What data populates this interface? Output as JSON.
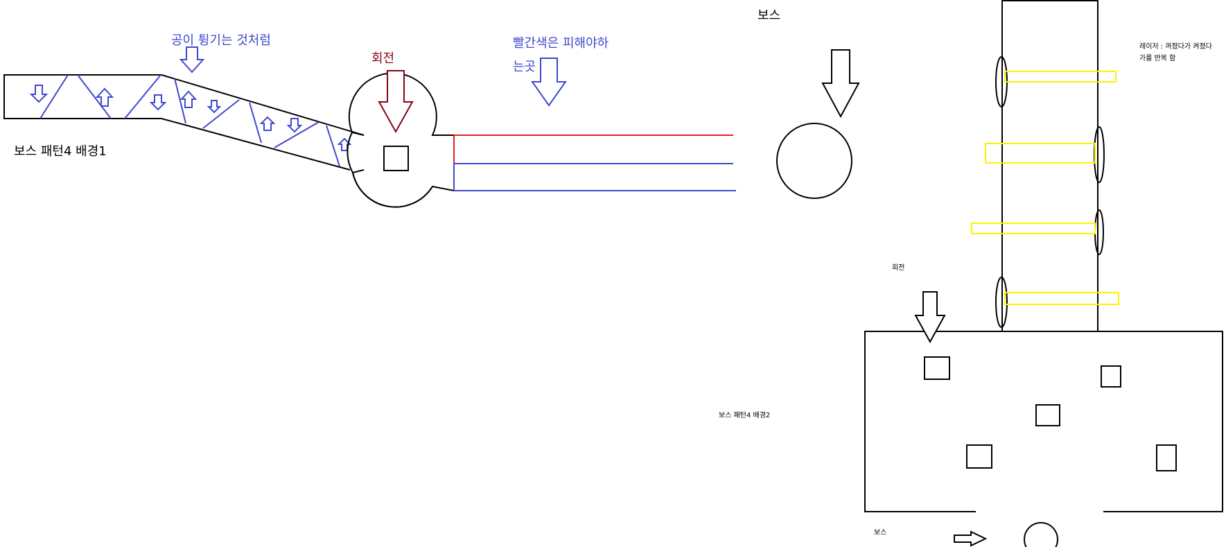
{
  "labels": {
    "pattern4_bg1": "보스 패턴4 배경1",
    "bounce_note": "공이 튕기는 것처럼",
    "rotate_top": "회전",
    "red_note_line1": "빨간색은 피해야하",
    "red_note_line2": "는곳",
    "boss_top": "보스",
    "laser_line1": "레이저 : 꺼졌다가 켜졌다",
    "laser_line2": "가를 반복 함",
    "rotate_bottom": "회전",
    "pattern4_bg2": "보스 패턴4 배경2",
    "boss_bottom": "보스"
  },
  "colors": {
    "blue": "#3f48cc",
    "red": "#ed1c24",
    "darkred": "#880015",
    "yellow": "#fff200",
    "black": "#000000"
  }
}
